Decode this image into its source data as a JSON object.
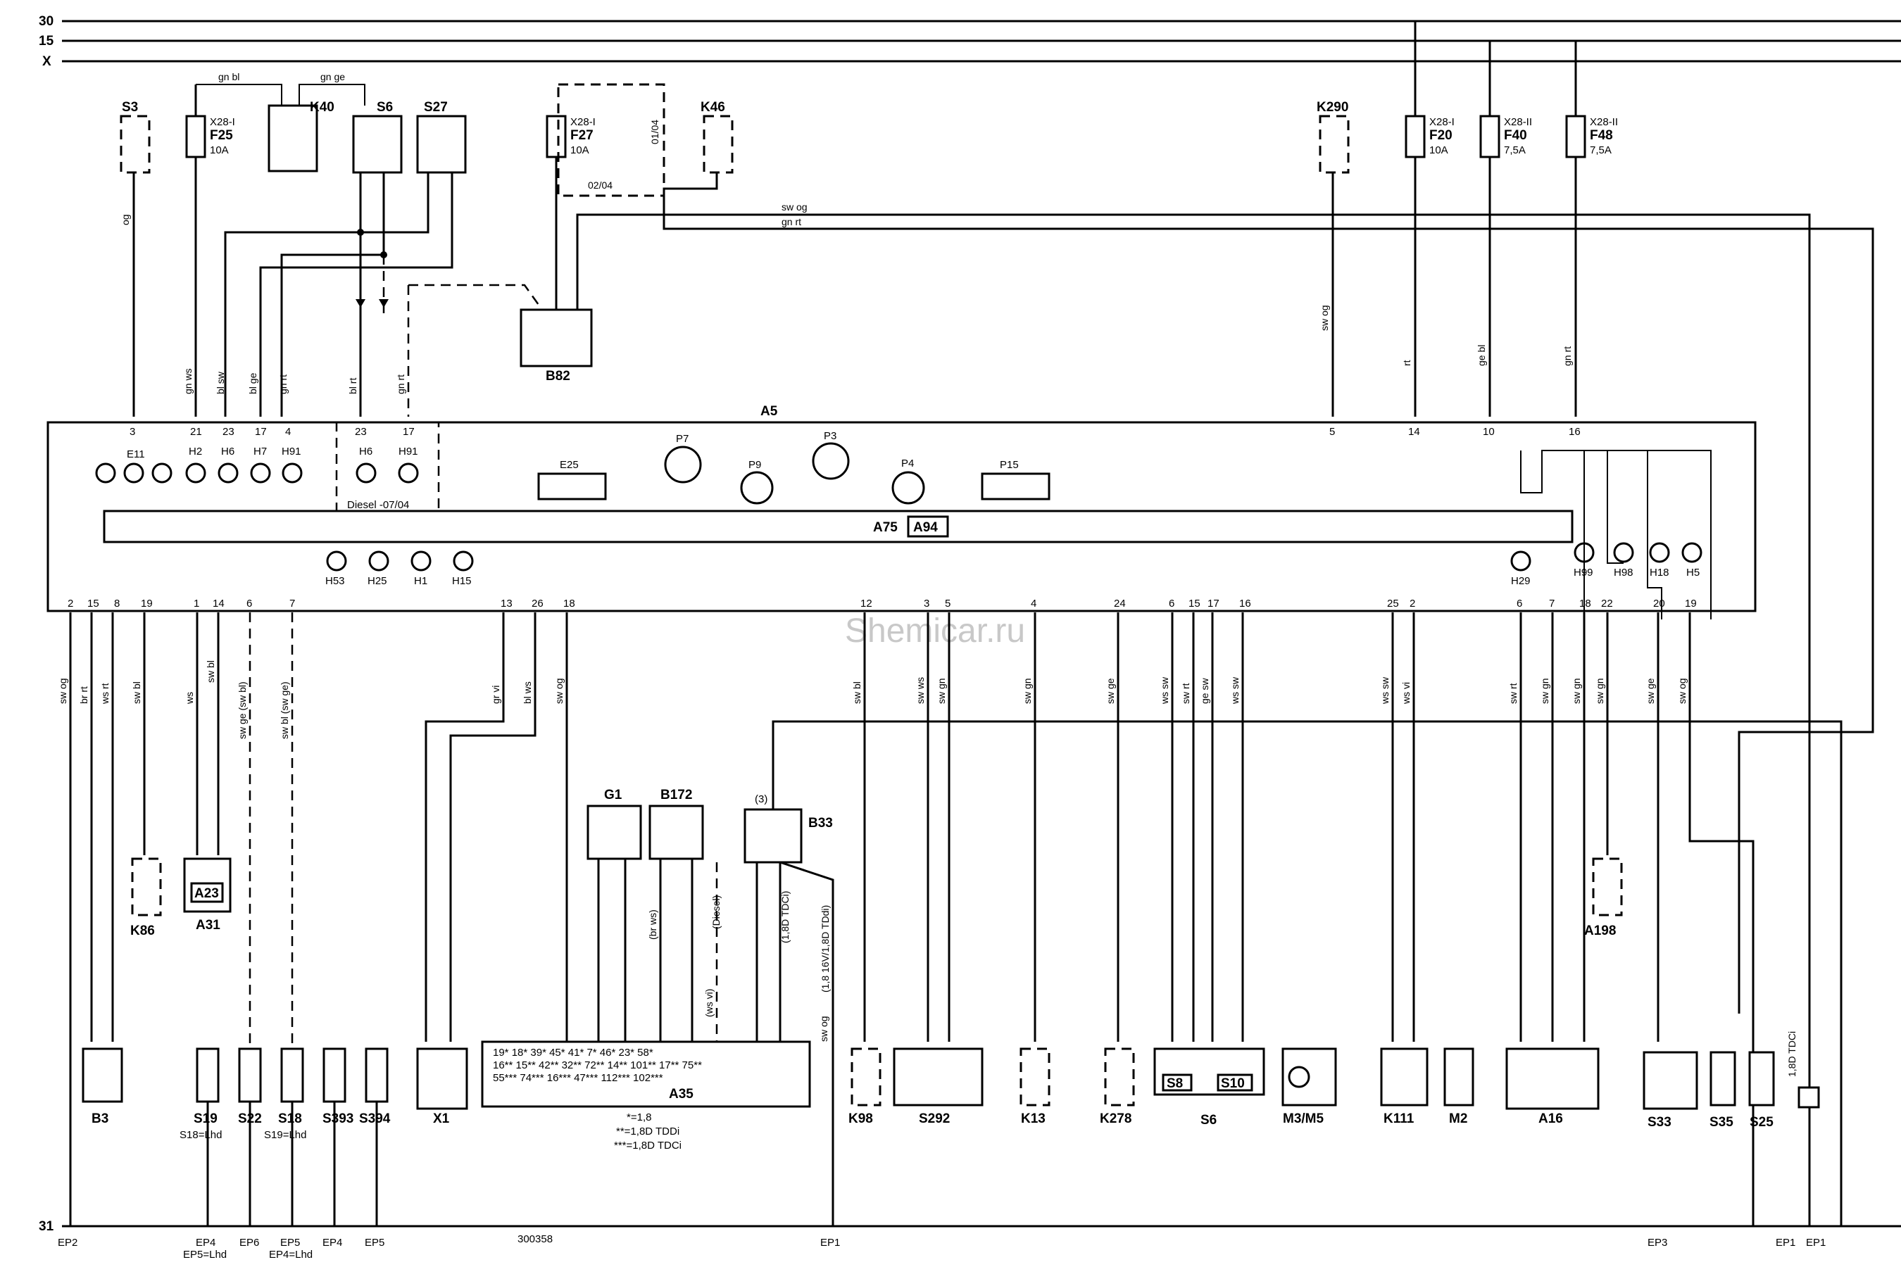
{
  "rails": {
    "r30": "30",
    "r15": "15",
    "rx": "X",
    "r31": "31"
  },
  "watermark": "Shemicar.ru",
  "module": {
    "name": "A5",
    "sub": "A75",
    "sub2": "A94",
    "diesel": "Diesel -07/04",
    "e25": "E25",
    "e11": "E11",
    "p7": "P7",
    "p9": "P9",
    "p3": "P3",
    "p4": "P4",
    "p15": "P15"
  },
  "fuses": [
    {
      "id": "F25",
      "loc": "X28-I",
      "amp": "10A"
    },
    {
      "id": "F27",
      "loc": "X28-I",
      "amp": "10A"
    },
    {
      "id": "F20",
      "loc": "X28-I",
      "amp": "10A"
    },
    {
      "id": "F40",
      "loc": "X28-II",
      "amp": "7,5A"
    },
    {
      "id": "F48",
      "loc": "X28-II",
      "amp": "7,5A"
    }
  ],
  "top_components": {
    "s3": "S3",
    "k40": "K40",
    "s6": "S6",
    "s27": "S27",
    "k46": "K46",
    "k290": "K290",
    "b82": "B82"
  },
  "top_wires": {
    "gnbl": "gn bl",
    "gnge": "gn ge",
    "d0104": "01/04",
    "d0204": "02/04",
    "swog": "sw og",
    "gnrt": "gn rt"
  },
  "module_top_pins": [
    {
      "pin": "3",
      "wire": "og"
    },
    {
      "pin": "21",
      "wire": "gn ws"
    },
    {
      "pin": "23",
      "wire": "bl sw"
    },
    {
      "pin": "17",
      "wire": "bl ge"
    },
    {
      "pin": "4",
      "wire": "gn rt"
    },
    {
      "pin": "23",
      "wire": "bl rt"
    },
    {
      "pin": "17",
      "wire": "gn rt"
    },
    {
      "pin": "5",
      "wire": "sw og"
    },
    {
      "pin": "14",
      "wire": "rt"
    },
    {
      "pin": "10",
      "wire": "ge bl"
    },
    {
      "pin": "16",
      "wire": "gn rt"
    }
  ],
  "lamps_top": [
    "H2",
    "H6",
    "H7",
    "H91",
    "H6",
    "H91"
  ],
  "lamps_bottom": [
    "H53",
    "H25",
    "H1",
    "H15",
    "H29",
    "H99",
    "H98",
    "H18",
    "H5"
  ],
  "module_bottom_pins": [
    {
      "pin": "2",
      "wire": "sw og"
    },
    {
      "pin": "15",
      "wire": "br rt"
    },
    {
      "pin": "8",
      "wire": "ws rt"
    },
    {
      "pin": "19",
      "wire": "sw bl"
    },
    {
      "pin": "1",
      "wire": "ws"
    },
    {
      "pin": "14",
      "wire": "sw bl"
    },
    {
      "pin": "6",
      "wire": "sw ge (sw bl)"
    },
    {
      "pin": "7",
      "wire": "sw bl (sw ge)"
    },
    {
      "pin": "13",
      "wire": "gr vi"
    },
    {
      "pin": "26",
      "wire": "bl ws"
    },
    {
      "pin": "18",
      "wire": "sw og"
    },
    {
      "pin": "12",
      "wire": "sw bl"
    },
    {
      "pin": "3",
      "wire": "sw ws"
    },
    {
      "pin": "5",
      "wire": "sw gn"
    },
    {
      "pin": "4",
      "wire": "sw gn"
    },
    {
      "pin": "24",
      "wire": "sw ge"
    },
    {
      "pin": "6",
      "wire": "ws sw"
    },
    {
      "pin": "15",
      "wire": "sw rt"
    },
    {
      "pin": "17",
      "wire": "ge sw"
    },
    {
      "pin": "16",
      "wire": "ws sw"
    },
    {
      "pin": "25",
      "wire": "ws sw"
    },
    {
      "pin": "2",
      "wire": "ws vi"
    },
    {
      "pin": "6",
      "wire": "sw rt"
    },
    {
      "pin": "7",
      "wire": "sw gn"
    },
    {
      "pin": "18",
      "wire": "sw gn"
    },
    {
      "pin": "22",
      "wire": "sw gn"
    },
    {
      "pin": "20",
      "wire": "sw ge"
    },
    {
      "pin": "19",
      "wire": "sw og"
    }
  ],
  "bottom_components": {
    "k86": "K86",
    "a31": "A31",
    "a23": "A23",
    "g1": "G1",
    "b172": "B172",
    "b33": "B33",
    "a35": "A35",
    "a198": "A198",
    "b3": "B3",
    "s19": "S19",
    "s22": "S22",
    "s18": "S18",
    "s393": "S393",
    "s394": "S394",
    "x1": "X1",
    "k98": "K98",
    "s292": "S292",
    "k13": "K13",
    "k278": "K278",
    "s6": "S6",
    "s8": "S8",
    "s10": "S10",
    "m3m5": "M3/M5",
    "k111": "K111",
    "m2": "M2",
    "a16": "A16",
    "s33": "S33",
    "s35": "S35",
    "s25": "S25",
    "s18lhd": "S18=Lhd",
    "s19lhd": "S19=Lhd"
  },
  "a35_rows": [
    "19*  18*  39*  45*  41*  7*  46*   23*  58*",
    "16**  15**  42**  32**  72**  14**        101**  17**  75**",
    "55***  74***  16***  47***  112***  102***"
  ],
  "a35_notes": [
    "*=1,8",
    "**=1,8D TDDi",
    "***=1,8D TDCi"
  ],
  "b33_notes": {
    "a": "(1,8D TDCi)",
    "b": "(1,8 16V/1,8D TDdi)",
    "c": "sw og",
    "d": "(3)"
  },
  "dashed_notes": {
    "brws": "(br ws)",
    "diesel": "(Diesel)",
    "wsvi": "(ws vi)",
    "tdci": "1,8D TDCi"
  },
  "ground_points": [
    "EP2",
    "EP4",
    "EP5=Lhd",
    "EP6",
    "EP5",
    "EP4=Lhd",
    "EP4",
    "EP5",
    "EP1",
    "EP3",
    "EP1",
    "EP1"
  ],
  "doc_number": "300358"
}
